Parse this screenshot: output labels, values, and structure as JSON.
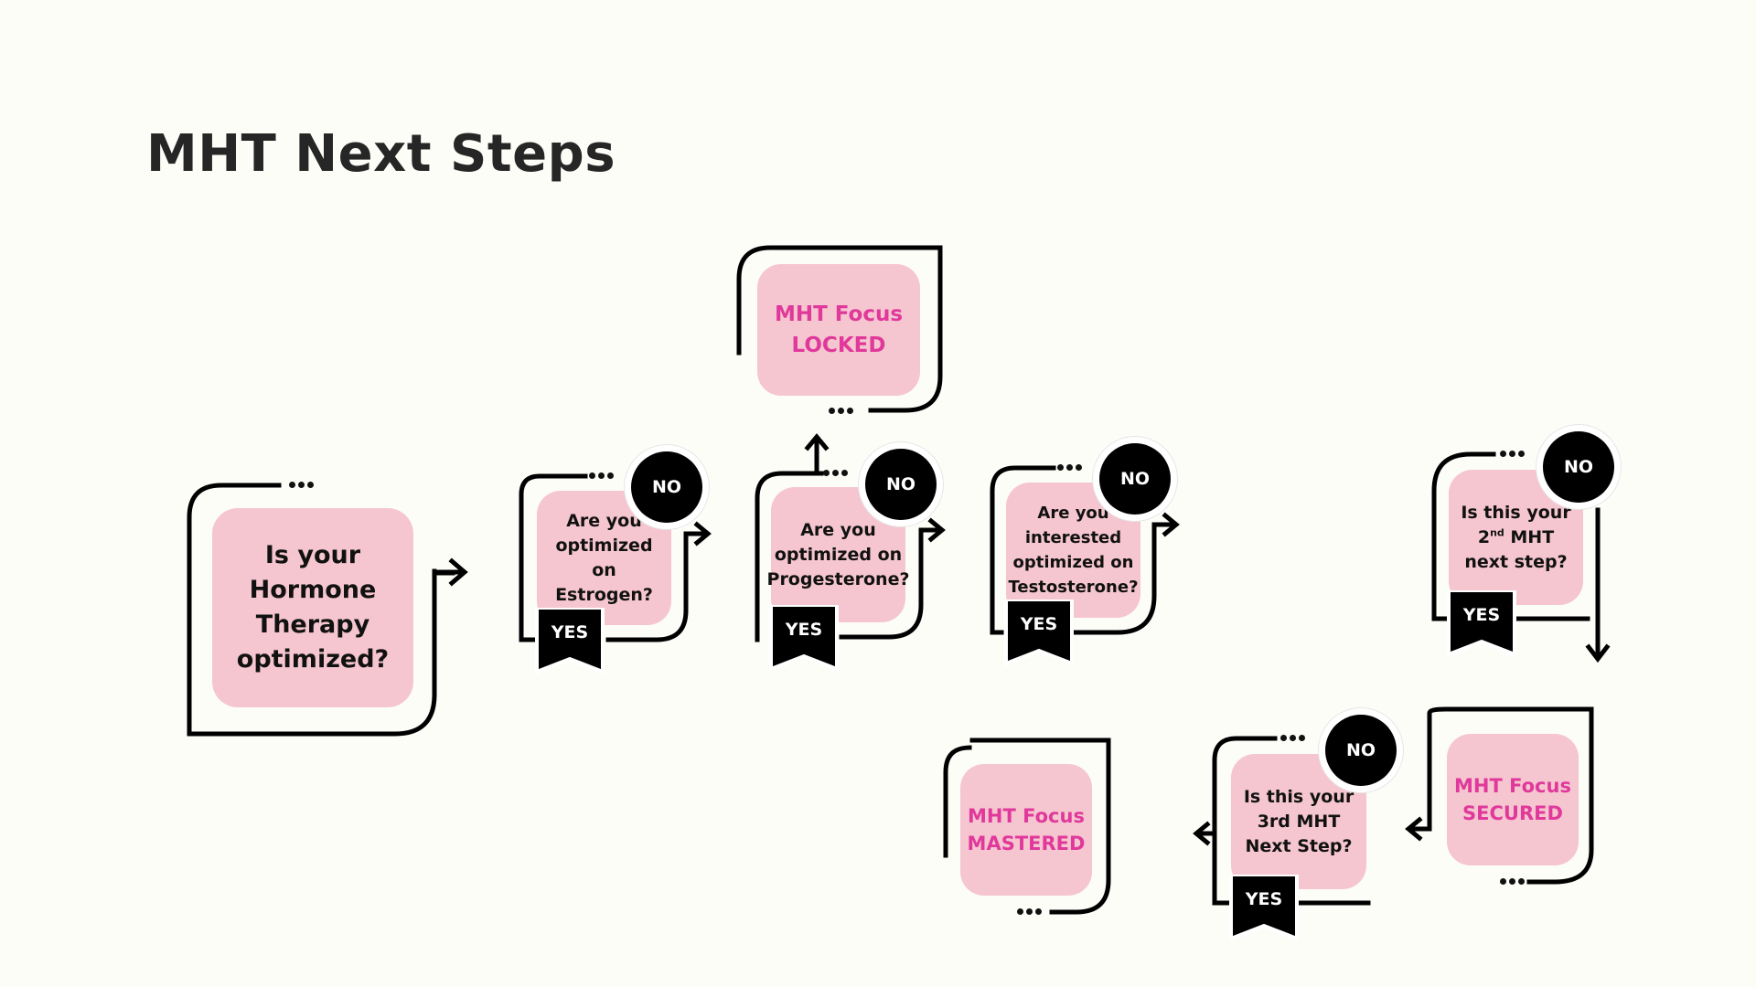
{
  "title": "MHT Next Steps",
  "nodes": {
    "start": {
      "text": "Is your Hormone Therapy optimized?"
    },
    "estrogen": {
      "text": "Are you optimized on Estrogen?"
    },
    "progesterone": {
      "text": "Are you optimized on Progesterone?"
    },
    "testosterone": {
      "text": "Are you interested optimized on Testosterone?"
    },
    "second_step": {
      "text_pre": "Is this your 2",
      "text_sup": "nd",
      "text_post": " MHT next step?"
    },
    "third_step": {
      "text": "Is this your 3rd MHT Next Step?"
    },
    "locked": {
      "text": "MHT Focus LOCKED"
    },
    "secured": {
      "text": "MHT Focus SECURED"
    },
    "mastered": {
      "text": "MHT Focus MASTERED"
    }
  },
  "labels": {
    "no": "NO",
    "yes": "YES"
  },
  "colors": {
    "background": "#fdfdf8",
    "card": "#f5c6cf",
    "outcome_text": "#e0399b",
    "stroke": "#000000"
  }
}
